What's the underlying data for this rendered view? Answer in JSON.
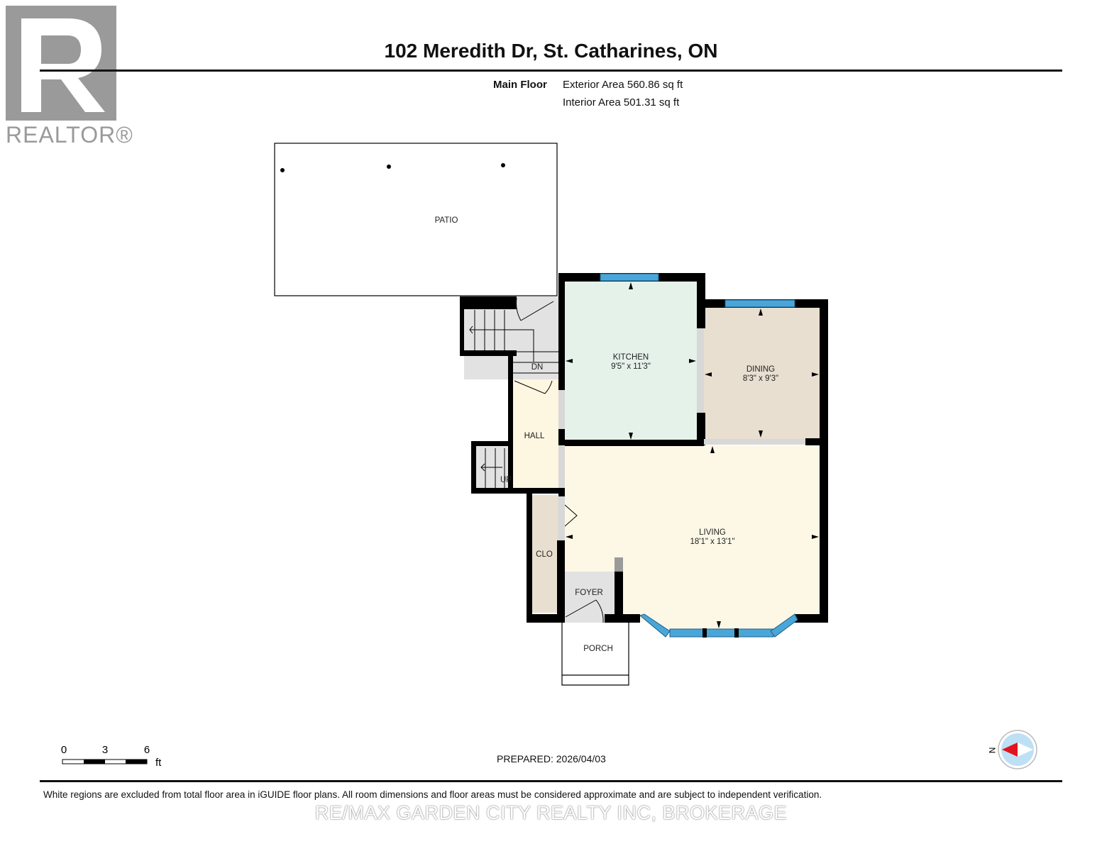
{
  "logo": {
    "text": "REALTOR®",
    "color": "#9a9a9a"
  },
  "header": {
    "title": "102 Meredith Dr, St. Catharines, ON"
  },
  "floor": {
    "name": "Main Floor",
    "exterior_area": "Exterior Area 560.86 sq ft",
    "interior_area": "Interior Area 501.31 sq ft"
  },
  "rooms": {
    "patio": {
      "name": "PATIO"
    },
    "kitchen": {
      "name": "KITCHEN",
      "dims": "9'5\" x 11'3\"",
      "color": "#e5f2ea"
    },
    "dining": {
      "name": "DINING",
      "dims": "8'3\" x 9'3\"",
      "color": "#e9dfd1"
    },
    "hall": {
      "name": "HALL",
      "color": "#fdf6e1"
    },
    "living": {
      "name": "LIVING",
      "dims": "18'1\" x 13'1\"",
      "color": "#fdf8e6"
    },
    "clo": {
      "name": "CLO",
      "color": "#e9dfd1"
    },
    "foyer": {
      "name": "FOYER",
      "color": "#e2e2e2"
    },
    "porch": {
      "name": "PORCH"
    },
    "stairs_down": {
      "label": "DN"
    },
    "stairs_up": {
      "label": "UP"
    }
  },
  "colors": {
    "wall": "#000000",
    "window": "#4aa6d8",
    "stairs": "#e2e2e2"
  },
  "scale": {
    "ticks": [
      "0",
      "3",
      "6"
    ],
    "unit": "ft"
  },
  "compass": {
    "label": "N",
    "icon": "compass-north-arrow-icon"
  },
  "footer": {
    "prepared": "PREPARED: 2026/04/03",
    "disclaimer": "White regions are excluded from total floor area in iGUIDE floor plans. All room dimensions and floor areas must be considered approximate and are subject to independent verification.",
    "watermark": "RE/MAX GARDEN CITY REALTY INC, BROKERAGE"
  }
}
